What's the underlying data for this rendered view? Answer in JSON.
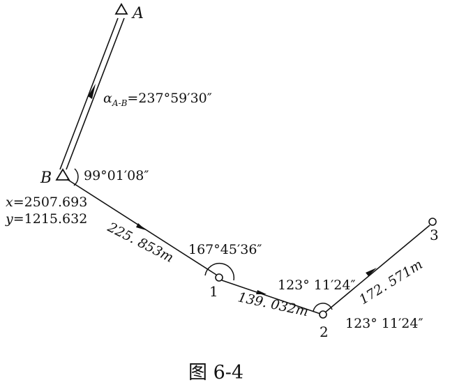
{
  "diagram": {
    "points": {
      "A": {
        "label": "A"
      },
      "B": {
        "label": "B"
      },
      "p1": {
        "label": "1"
      },
      "p2": {
        "label": "2"
      },
      "p3": {
        "label": "3"
      }
    },
    "azimuth": {
      "symbol": "α",
      "subscript": "A-B",
      "value": "=237°59′30″"
    },
    "coordinates": {
      "x_label": "x",
      "x_value": "=2507.693",
      "y_label": "y",
      "y_value": "=1215.632"
    },
    "angles": {
      "at_B": "99°01′08″",
      "at_1": "167°45′36″",
      "at_2_upper": "123° 11′24″",
      "at_2_lower": "123° 11′24″"
    },
    "distances": {
      "B_1": "225. 853m",
      "p1_p2": "139. 032m",
      "p2_p3": "172. 571m"
    },
    "caption": "图 6-4"
  },
  "colors": {
    "ink": "#111111",
    "background": "#ffffff"
  }
}
